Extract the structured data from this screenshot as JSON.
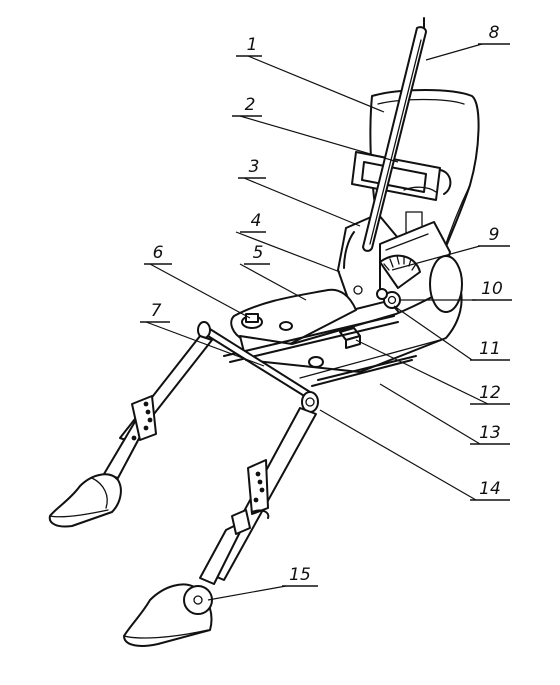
{
  "labels": [
    "1",
    "2",
    "3",
    "4",
    "5",
    "6",
    "7",
    "8",
    "9",
    "10",
    "11",
    "12",
    "13",
    "14",
    "15"
  ],
  "colors": {
    "ink": "#111111",
    "paper": "#ffffff"
  }
}
